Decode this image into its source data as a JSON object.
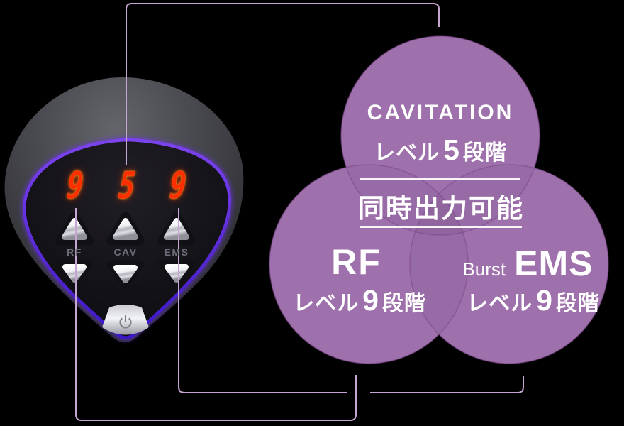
{
  "device": {
    "display": {
      "rf_value": "9",
      "cav_value": "5",
      "ems_value": "9"
    },
    "button_labels": {
      "rf": "RF",
      "cav": "CAV",
      "ems": "EMS"
    },
    "icons": {
      "up_buttons": "triangle-up-button",
      "down_buttons": "triangle-down-button",
      "power": "power-icon"
    }
  },
  "venn": {
    "cavitation": {
      "title": "CAVITATION",
      "level_prefix": "レベル",
      "level_value": "5",
      "level_suffix": "段階"
    },
    "simultaneous_label": "同時出力可能",
    "rf": {
      "title": "RF",
      "level_prefix": "レベル",
      "level_value": "9",
      "level_suffix": "段階"
    },
    "ems": {
      "pre_title": "Burst",
      "title": "EMS",
      "level_prefix": "レベル",
      "level_value": "9",
      "level_suffix": "段階"
    }
  },
  "colors": {
    "background": "#000000",
    "circle_fill": "#a374b0",
    "connector_line": "#c6a5d2",
    "led_red": "#ff2e00",
    "rim_violet": "#5a2ad8",
    "text_white": "#ffffff",
    "button_label_gray": "#6d6d78"
  }
}
